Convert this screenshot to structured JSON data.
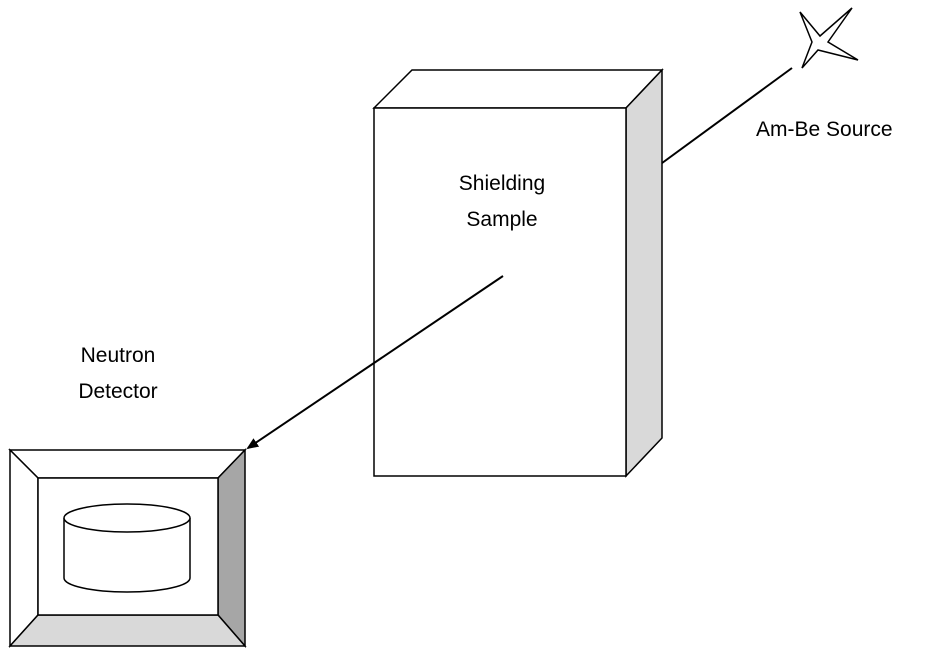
{
  "labels": {
    "source": "Am-Be Source",
    "sample_line1": "Shielding",
    "sample_line2": "Sample",
    "detector_line1": "Neutron",
    "detector_line2": "Detector"
  },
  "colors": {
    "stroke": "#000000",
    "face": "#ffffff",
    "side_light": "#d9d9d9",
    "side_dark": "#a6a6a6",
    "background": "#ffffff"
  },
  "icons": {
    "source": "four-point-star-icon",
    "detector": "cylinder-icon"
  }
}
